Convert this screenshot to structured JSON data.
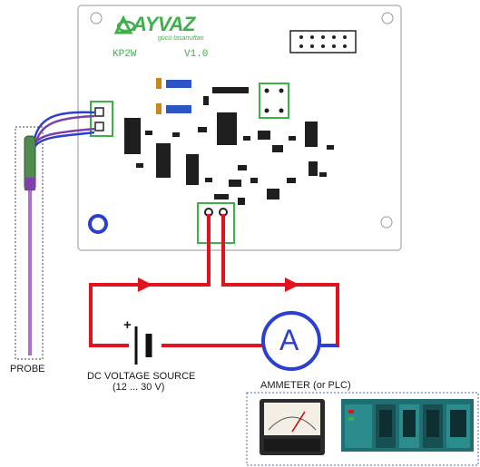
{
  "board": {
    "brand_name": "AYVAZ",
    "brand_tagline": "gücü tasarruftan",
    "model": "KP2W",
    "version": "V1.0"
  },
  "labels": {
    "probe": "PROBE",
    "dc_source_line1": "DC VOLTAGE SOURCE",
    "dc_source_line2": "(12 ... 30 V)",
    "ammeter": "AMMETER (or PLC)",
    "ammeter_symbol": "A",
    "battery_plus": "+"
  },
  "colors": {
    "wire": "#e0131f",
    "wire_blue": "#2b3fd1",
    "board_green": "#3cb14a",
    "probe_purple": "#7d3fa8"
  },
  "icons": [
    "logo-icon",
    "battery-icon",
    "ammeter-icon",
    "analog-meter-icon",
    "plc-icon"
  ]
}
